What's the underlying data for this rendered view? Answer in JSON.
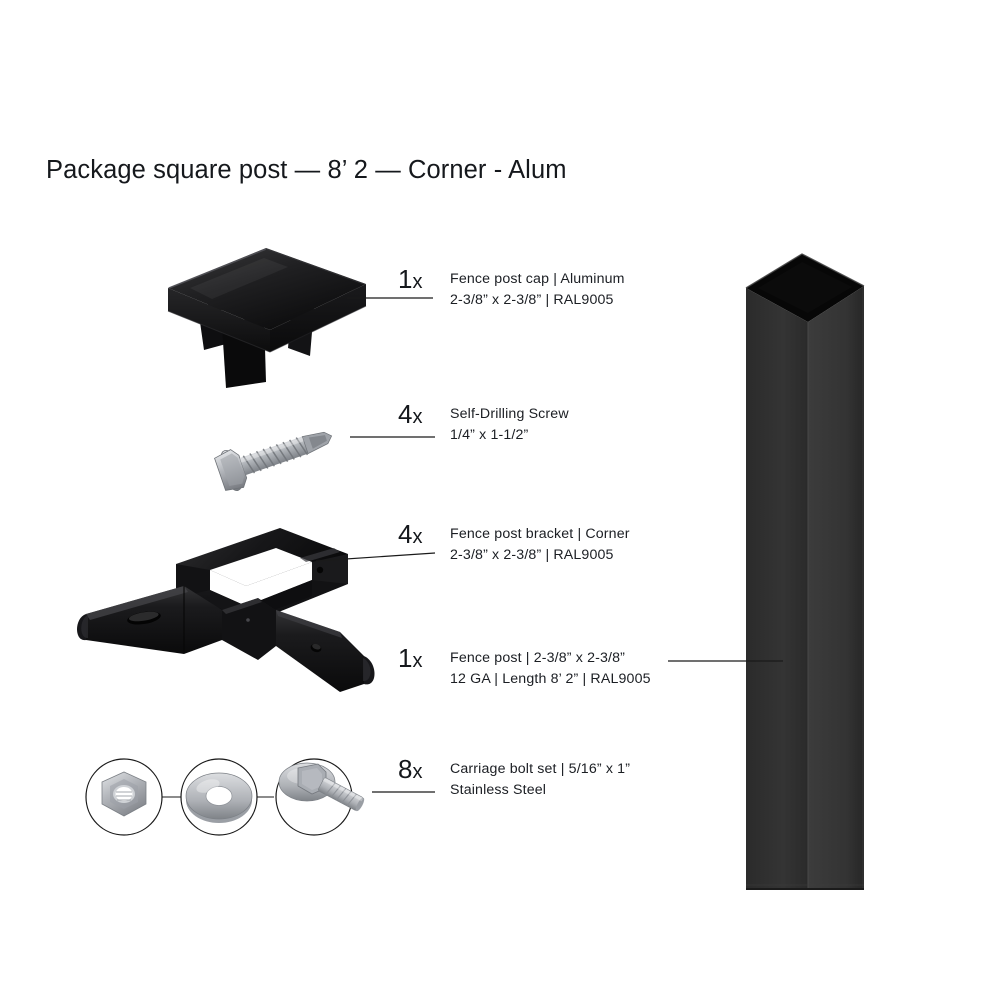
{
  "title": "Package square post — 8’ 2 — Corner - Alum",
  "colors": {
    "background": "#ffffff",
    "text": "#15181c",
    "leader_line": "#1a1a1a",
    "product_black": "#101010",
    "product_black_ral9005": "#0d0d0d",
    "steel_grey": "#b9bcc0",
    "steel_grey_dark": "#8d9196",
    "post_top_face": "#0a0a0a",
    "post_left_face": "#2f2f2f",
    "post_right_face": "#3a3a3a"
  },
  "items": [
    {
      "id": "fence-post-cap",
      "qty": "1",
      "qty_suffix": "x",
      "line1": "Fence post cap | Aluminum",
      "line2": "2-3/8” x 2-3/8” | RAL9005",
      "icon": "fence-post-cap-illustration"
    },
    {
      "id": "self-drilling-screw",
      "qty": "4",
      "qty_suffix": "x",
      "line1": "Self-Drilling Screw",
      "line2": "1/4” x 1-1/2”",
      "icon": "self-drilling-screw-illustration"
    },
    {
      "id": "fence-post-bracket",
      "qty": "4",
      "qty_suffix": "x",
      "line1": "Fence post bracket | Corner",
      "line2": "2-3/8” x 2-3/8” | RAL9005",
      "icon": "fence-post-bracket-illustration"
    },
    {
      "id": "fence-post",
      "qty": "1",
      "qty_suffix": "x",
      "line1": "Fence post | 2-3/8” x 2-3/8”",
      "line2": "12 GA | Length 8’ 2” | RAL9005",
      "icon": "fence-post-illustration"
    },
    {
      "id": "carriage-bolt-set",
      "qty": "8",
      "qty_suffix": "x",
      "line1": "Carriage bolt set | 5/16” x 1”",
      "line2": "Stainless Steel",
      "icon": "carriage-bolt-set-illustration"
    }
  ],
  "bolt_set_parts": [
    {
      "id": "hex-nut",
      "name": "hex-nut"
    },
    {
      "id": "flat-washer",
      "name": "flat-washer"
    },
    {
      "id": "carriage-bolt",
      "name": "carriage-bolt"
    }
  ]
}
